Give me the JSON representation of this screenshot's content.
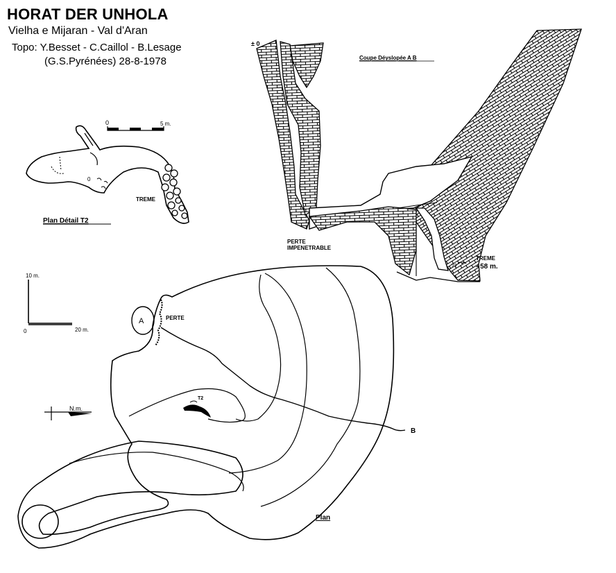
{
  "header": {
    "title": "HORAT DER UNHOLA",
    "location": "Vielha e Mijaran - Val d'Aran",
    "topo": "Topo: Y.Besset - C.Caillol - B.Lesage",
    "club_date": "(G.S.Pyrénées)    28-8-1978"
  },
  "detail_plan": {
    "caption": "Plan Détail   T2",
    "scale_zero": "0",
    "scale_end": "5 m.",
    "treme_label": "TREME",
    "depth_marker": "0"
  },
  "section": {
    "caption": "Coupe Déyslopée A B",
    "top_marker": "± 0",
    "perte_label": "PERTE",
    "impenetrable_label": "IMPENETRABLE",
    "treme_label": "TREME",
    "depth_label": "- 58 m."
  },
  "main_plan": {
    "caption": "Plan",
    "point_a": "A",
    "point_b": "B",
    "perte_label": "PERTE",
    "t2_label": "T2",
    "vertical_scale": "10 m.",
    "horizontal_zero": "0",
    "horizontal_scale": "20 m.",
    "north_label": "N.m."
  }
}
